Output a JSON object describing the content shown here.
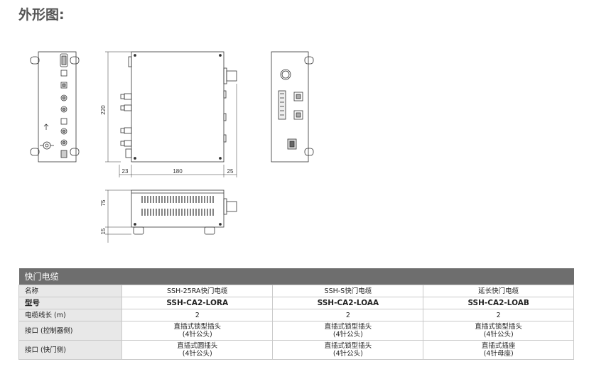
{
  "title": "外形图:",
  "dimensions": {
    "height": "220",
    "left_margin": "23",
    "width": "180",
    "right_margin": "25",
    "side_height": "75",
    "foot_height": "15"
  },
  "table": {
    "caption": "快门电缆",
    "rows": [
      {
        "label": "名称",
        "cells": [
          "SSH-25RA快门电缆",
          "SSH-S快门电缆",
          "延长快门电缆"
        ]
      },
      {
        "label": "型号",
        "cells": [
          "SSH-CA2-LORA",
          "SSH-CA2-LOAA",
          "SSH-CA2-LOAB"
        ]
      },
      {
        "label": "电缆线长 (m)",
        "cells": [
          "2",
          "2",
          "2"
        ]
      },
      {
        "label": "接口 (控制器侧)",
        "cells": [
          [
            "直插式锁型插头",
            "(4针公头)"
          ],
          [
            "直插式锁型插头",
            "(4针公头)"
          ],
          [
            "直插式锁型插头",
            "(4针公头)"
          ]
        ]
      },
      {
        "label": "接口 (快门侧)",
        "cells": [
          [
            "直插式圆插头",
            "(4针公头)"
          ],
          [
            "直插式锁型插头",
            "(4针公头)"
          ],
          [
            "直插式插座",
            "(4针母座)"
          ]
        ]
      }
    ]
  }
}
